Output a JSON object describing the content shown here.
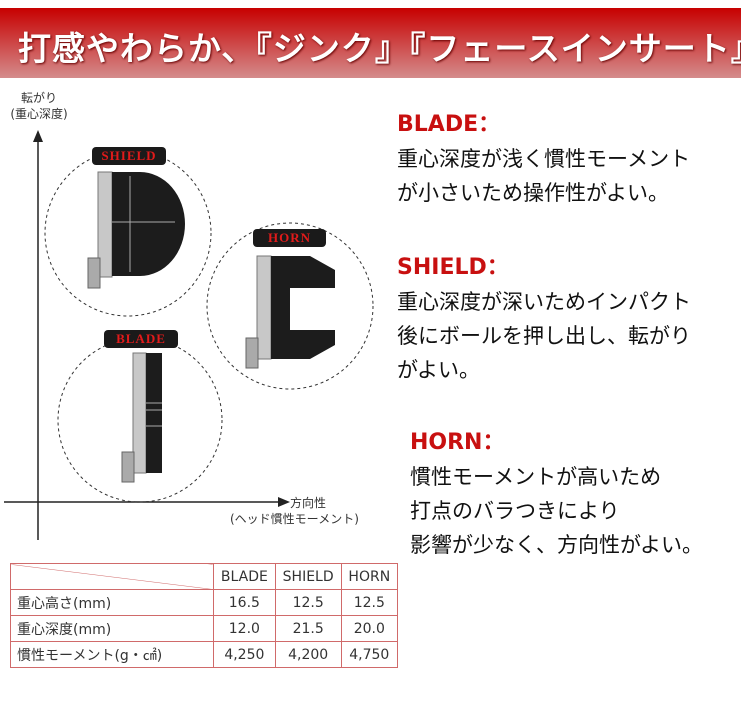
{
  "header": {
    "title": "打感やわらか、『ジンク』『フェースインサート』"
  },
  "diagram": {
    "y_axis": {
      "line1": "転がり",
      "line2": "(重心深度)"
    },
    "x_axis": {
      "line1": "方向性",
      "line2": "(ヘッド慣性モーメント)"
    },
    "putters": [
      {
        "label": "SHIELD"
      },
      {
        "label": "HORN"
      },
      {
        "label": "BLADE"
      }
    ]
  },
  "descriptions": [
    {
      "title": "BLADE：",
      "lines": [
        "重心深度が浅く慣性モーメント",
        "が小さいため操作性がよい。"
      ]
    },
    {
      "title": "SHIELD：",
      "lines": [
        "重心深度が深いためインパクト",
        "後にボールを押し出し、転がり",
        "がよい。"
      ]
    },
    {
      "title": "HORN：",
      "lines": [
        "慣性モーメントが高いため",
        "打点のバラつきにより",
        "影響が少なく、方向性がよい。"
      ]
    }
  ],
  "table": {
    "headers": [
      "",
      "BLADE",
      "SHIELD",
      "HORN"
    ],
    "rows": [
      [
        "重心高さ(mm)",
        "16.5",
        "12.5",
        "12.5"
      ],
      [
        "重心深度(mm)",
        "12.0",
        "21.5",
        "20.0"
      ],
      [
        "慣性モーメント(g・㎠)",
        "4,250",
        "4,200",
        "4,750"
      ]
    ]
  },
  "colors": {
    "accent": "#c81010",
    "header_top": "#c70000",
    "table_border": "#d06a6a"
  }
}
